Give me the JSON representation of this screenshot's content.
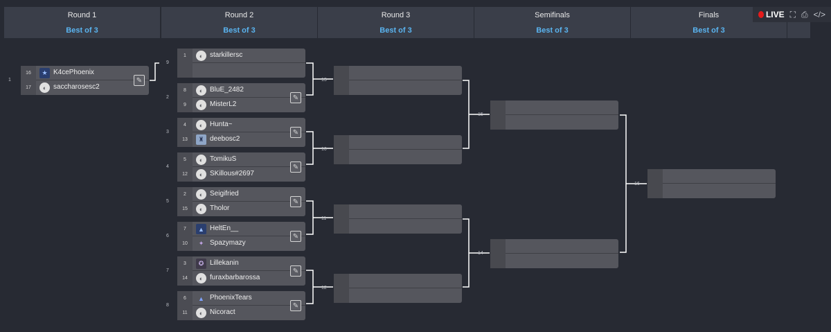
{
  "rounds": [
    {
      "name": "Round 1",
      "best_of": "Best of 3"
    },
    {
      "name": "Round 2",
      "best_of": "Best of 3"
    },
    {
      "name": "Round 3",
      "best_of": "Best of 3"
    },
    {
      "name": "Semifinals",
      "best_of": "Best of 3"
    },
    {
      "name": "Finals",
      "best_of": "Best of 3"
    }
  ],
  "toolbar": {
    "live_label": "LIVE",
    "live_color": "#e51b1b"
  },
  "matches": {
    "m1": {
      "num": "1",
      "top": {
        "seed": "16",
        "name": "K4cePhoenix"
      },
      "bot": {
        "seed": "17",
        "name": "saccharosesc2"
      }
    },
    "m9": {
      "num": "9",
      "top": {
        "seed": "1",
        "name": "starkillersc"
      },
      "bot": {
        "seed": "",
        "name": ""
      }
    },
    "m2": {
      "num": "2",
      "top": {
        "seed": "8",
        "name": "BluE_2482"
      },
      "bot": {
        "seed": "9",
        "name": "MisterL2"
      }
    },
    "m3": {
      "num": "3",
      "top": {
        "seed": "4",
        "name": "Hunta~"
      },
      "bot": {
        "seed": "13",
        "name": "deebosc2"
      }
    },
    "m4": {
      "num": "4",
      "top": {
        "seed": "5",
        "name": "TomikuS"
      },
      "bot": {
        "seed": "12",
        "name": "SKillous#2697"
      }
    },
    "m5": {
      "num": "5",
      "top": {
        "seed": "2",
        "name": "Seigifried"
      },
      "bot": {
        "seed": "15",
        "name": "Tholor"
      }
    },
    "m6": {
      "num": "6",
      "top": {
        "seed": "7",
        "name": "HeltEn__"
      },
      "bot": {
        "seed": "10",
        "name": "Spazymazy"
      }
    },
    "m7": {
      "num": "7",
      "top": {
        "seed": "3",
        "name": "Lillekanin"
      },
      "bot": {
        "seed": "14",
        "name": "furaxbarbarossa"
      }
    },
    "m8": {
      "num": "8",
      "top": {
        "seed": "6",
        "name": "PhoenixTears"
      },
      "bot": {
        "seed": "11",
        "name": "Nicoract"
      }
    },
    "m13": {
      "num": "13"
    },
    "m10": {
      "num": "10"
    },
    "m11": {
      "num": "11"
    },
    "m12": {
      "num": "12"
    },
    "m15": {
      "num": "15"
    },
    "m14": {
      "num": "14"
    },
    "m16": {
      "num": "16"
    }
  }
}
